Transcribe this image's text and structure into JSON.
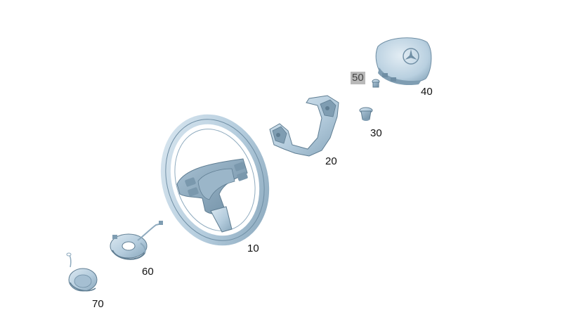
{
  "callouts": {
    "steering_wheel": "10",
    "switch_carrier": "20",
    "screw": "30",
    "airbag_module": "40",
    "bolt_selected": "50",
    "clock_spring": "60",
    "sensor_module": "70"
  },
  "colors": {
    "part_fill": "#b7cfe0",
    "part_light": "#d6e5ef",
    "part_dark": "#7f9db2",
    "part_edge": "#5f7d92",
    "highlight_bg": "#b9b9b9"
  }
}
